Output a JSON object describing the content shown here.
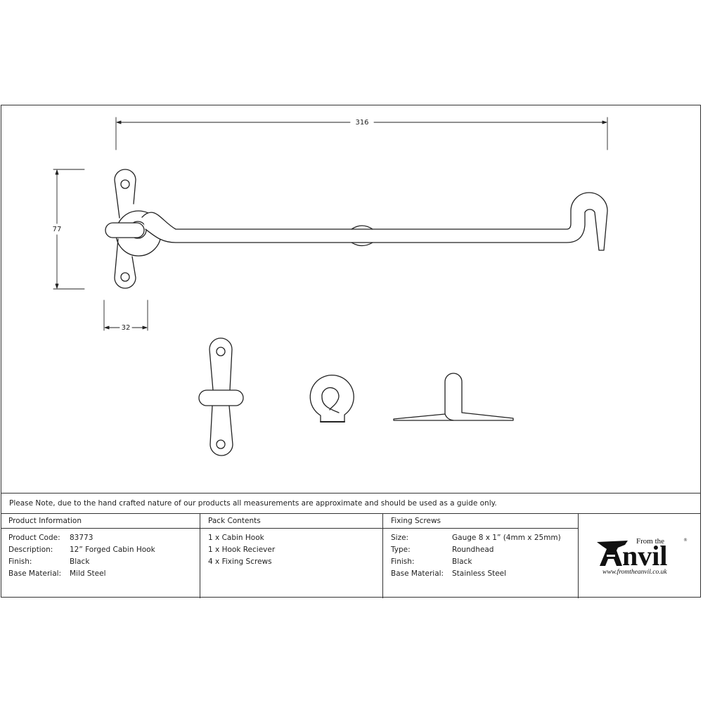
{
  "drawing": {
    "dimensions": {
      "overall_length": "316",
      "plate_height": "77",
      "plate_width": "32"
    },
    "views": [
      "cabin-hook-front",
      "mounting-plate",
      "hook-receiver-eye",
      "receiver-side-profile"
    ]
  },
  "note": "Please Note, due to the hand crafted nature of our products all measurements are approximate and should be used as a guide only.",
  "product_information": {
    "heading": "Product Information",
    "rows": [
      {
        "key": "Product Code:",
        "value": "83773"
      },
      {
        "key": "Description:",
        "value": "12” Forged Cabin Hook"
      },
      {
        "key": "Finish:",
        "value": "Black"
      },
      {
        "key": "Base Material:",
        "value": "Mild Steel"
      }
    ]
  },
  "pack_contents": {
    "heading": "Pack Contents",
    "items": [
      "1 x Cabin Hook",
      "1 x Hook Reciever",
      "4 x Fixing Screws"
    ]
  },
  "fixing_screws": {
    "heading": "Fixing Screws",
    "rows": [
      {
        "key": "Size:",
        "value": "Gauge 8 x 1” (4mm x 25mm)"
      },
      {
        "key": "Type:",
        "value": "Roundhead"
      },
      {
        "key": "Finish:",
        "value": "Black"
      },
      {
        "key": "Base Material:",
        "value": "Stainless Steel"
      }
    ]
  },
  "logo": {
    "from_text": "From the",
    "word": "Anvil",
    "registered": "®",
    "url": "www.fromtheanvil.co.uk"
  }
}
